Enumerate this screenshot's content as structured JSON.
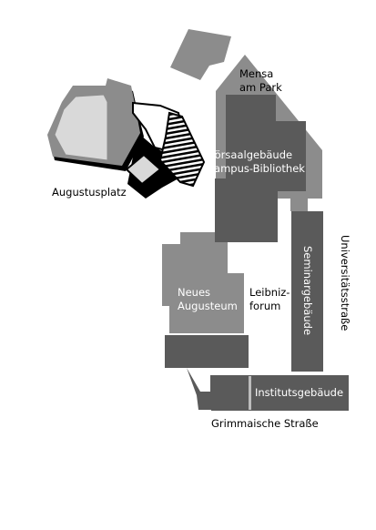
{
  "map": {
    "labels": {
      "mensa_line1": "Mensa",
      "mensa_line2": "am Park",
      "hoersaal_line1": "Hörsaalgebäude",
      "hoersaal_line2": "Campus-Bibliothek",
      "augustusplatz": "Augustusplatz",
      "universitaetsstrasse": "Universitätsstraße",
      "seminargebaeude": "Seminargebäude",
      "neues_line1": "Neues",
      "neues_line2": "Augusteum",
      "leibniz_line1": "Leibniz-",
      "leibniz_line2": "forum",
      "institutsgebaeude": "Institutsgebäude",
      "grimmaische": "Grimmaische Straße"
    },
    "colors": {
      "light_gray": "#8c8c8c",
      "dark_gray": "#5a5a5a",
      "pale_gray": "#d9d9d9",
      "outline": "#000000",
      "background": "#ffffff"
    }
  }
}
